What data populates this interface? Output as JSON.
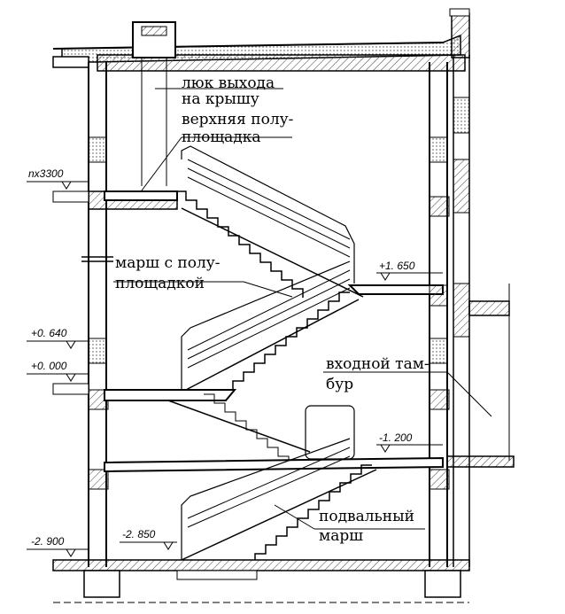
{
  "labels": {
    "roof_hatch_1": "люк выхода",
    "roof_hatch_2": "на крышу",
    "upper_landing_1": "верхняя полу-",
    "upper_landing_2": "площадка",
    "flight_1": "марш с полу-",
    "flight_2": "площадкой",
    "vestibule_1": "входной там-",
    "vestibule_2": "бур",
    "basement_1": "подвальный",
    "basement_2": "марш"
  },
  "levels": {
    "typical": "nx3300",
    "plus_1650": "+1. 650",
    "plus_0640": "+0. 640",
    "plus_0000": "+0. 000",
    "minus_1200": "-1. 200",
    "minus_2850": "-2. 850",
    "minus_2900": "-2. 900"
  },
  "colors": {
    "line": "#000000",
    "hatch": "#555555",
    "paper": "#ffffff"
  }
}
